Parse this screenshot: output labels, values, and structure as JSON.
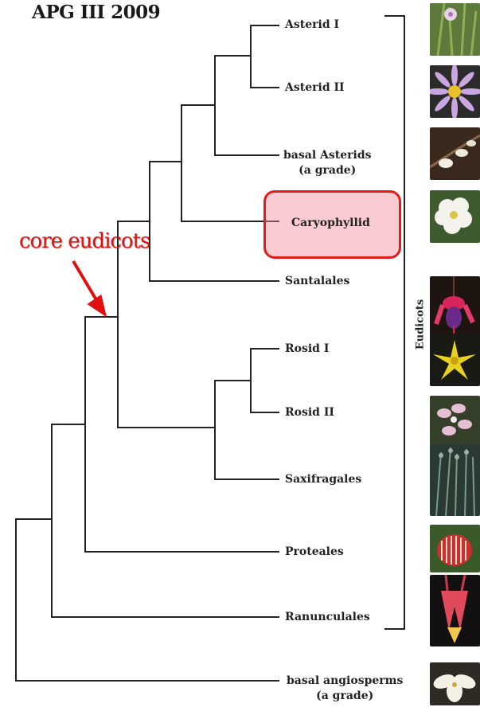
{
  "title": "APG III 2009",
  "annotation": "core eudicots",
  "bracket_label": "Eudicots",
  "leaves": {
    "asterid1": "Asterid I",
    "asterid2": "Asterid II",
    "basal_asterids": "basal Asterids",
    "basal_asterids_sub": "(a grade)",
    "caryophyllid": "Caryophyllid",
    "santalales": "Santalales",
    "rosid1": "Rosid I",
    "rosid2": "Rosid II",
    "saxifragales": "Saxifragales",
    "proteales": "Proteales",
    "ranunculales": "Ranunculales",
    "basal_angiosperms": "basal angiosperms",
    "basal_angiosperms_sub": "(a grade)"
  },
  "colors": {
    "annotation": "#e01010",
    "highlight_border": "#e21b1b",
    "highlight_fill": "#f58c96",
    "lines": "#222222"
  },
  "photos": [
    {
      "name": "grass-flower-photo"
    },
    {
      "name": "aster-photo"
    },
    {
      "name": "orchid-branch-photo"
    },
    {
      "name": "white-flower-photo"
    },
    {
      "name": "fuchsia-photo"
    },
    {
      "name": "yellow-flower-photo"
    },
    {
      "name": "pink-blossom-photo"
    },
    {
      "name": "saxifrage-photo"
    },
    {
      "name": "protea-photo"
    },
    {
      "name": "columbine-photo"
    },
    {
      "name": "lily-photo"
    }
  ]
}
